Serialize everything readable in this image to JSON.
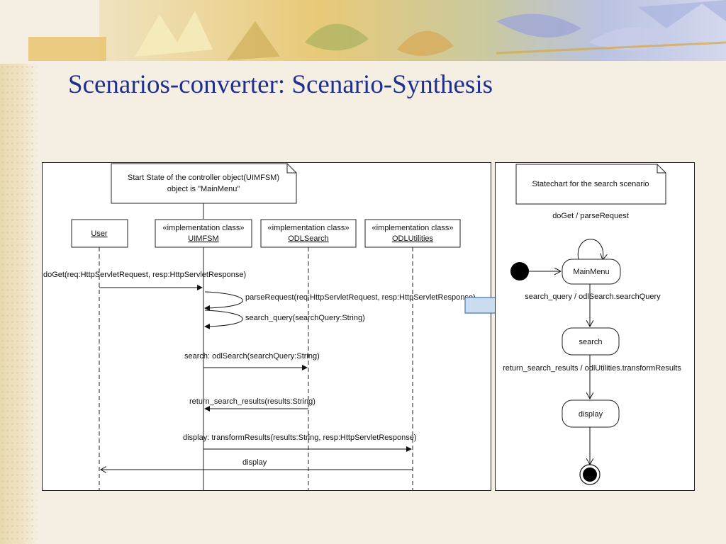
{
  "slide": {
    "title": "Scenarios-converter: Scenario-Synthesis"
  },
  "sequence_diagram": {
    "note": {
      "line1": "Start State of the controller object(UIMFSM)",
      "line2": "object is \"MainMenu\""
    },
    "lifelines": [
      {
        "stereotype": "",
        "name": "User"
      },
      {
        "stereotype": "«implementation class»",
        "name": "UIMFSM"
      },
      {
        "stereotype": "«implementation class»",
        "name": "ODLSearch"
      },
      {
        "stereotype": "«implementation class»",
        "name": "ODLUtilities"
      }
    ],
    "messages": [
      {
        "label": "doGet(req:HttpServletRequest, resp:HttpServletResponse)"
      },
      {
        "label": "parseRequest(req:HttpServletRequest, resp:HttpServletResponse)"
      },
      {
        "label": "search_query(searchQuery:String)"
      },
      {
        "label": "search: odlSearch(searchQuery:String)"
      },
      {
        "label": "return_search_results(results:String)"
      },
      {
        "label": "display: transformResults(results:String, resp:HttpServletResponse)"
      },
      {
        "label": "display"
      }
    ]
  },
  "statechart": {
    "note": "Statechart for the search scenario",
    "self_transition": "doGet / parseRequest",
    "states": [
      {
        "name": "MainMenu"
      },
      {
        "name": "search"
      },
      {
        "name": "display"
      }
    ],
    "transitions": [
      {
        "label": "search_query / odlSearch.searchQuery"
      },
      {
        "label": "return_search_results / odlUtilities.transformResults"
      }
    ]
  }
}
